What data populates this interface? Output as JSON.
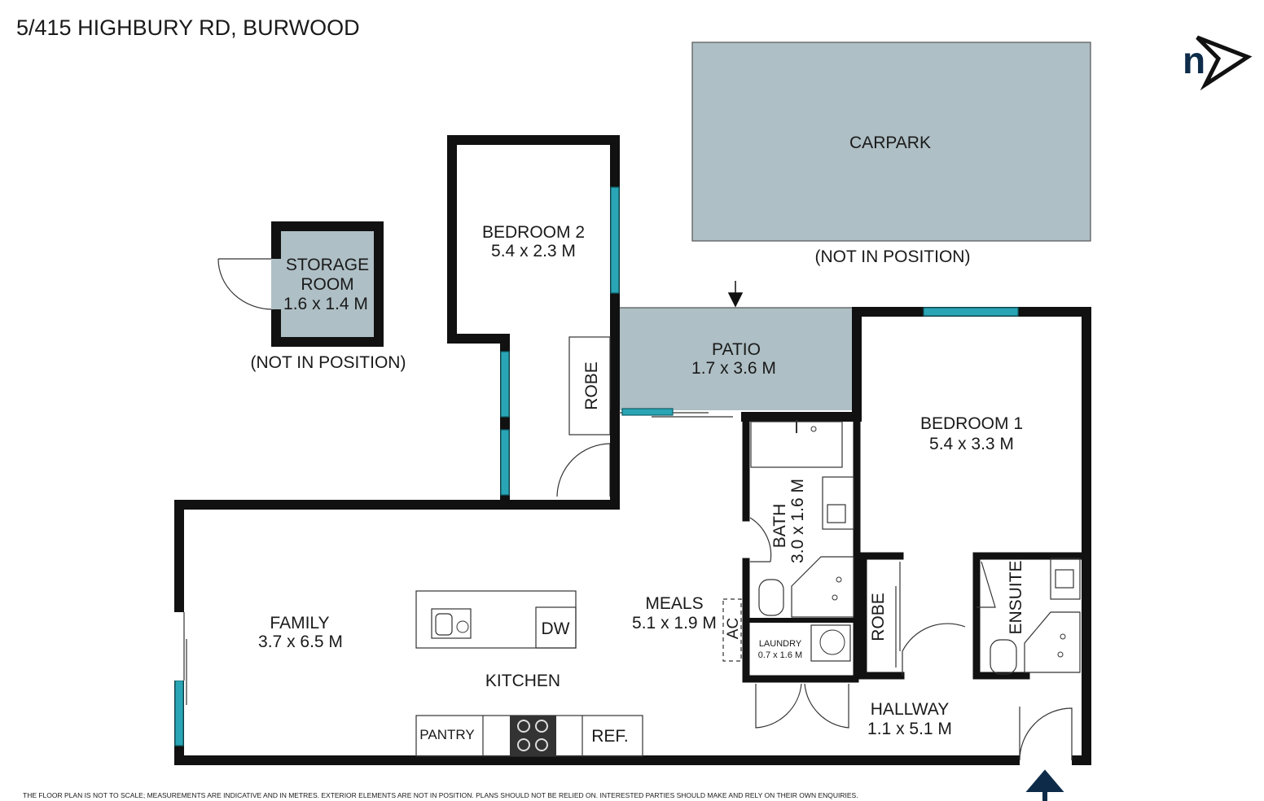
{
  "header": {
    "address": "5/415 HIGHBURY RD, BURWOOD",
    "logo": "n"
  },
  "rooms": {
    "carpark": {
      "name": "CARPARK",
      "note": "(NOT IN POSITION)"
    },
    "storage": {
      "name_line1": "STORAGE",
      "name_line2": "ROOM",
      "size": "1.6 x 1.4 M",
      "note": "(NOT IN POSITION)"
    },
    "bedroom2": {
      "name": "BEDROOM 2",
      "size": "5.4 x 2.3 M"
    },
    "robe": "ROBE",
    "patio": {
      "name": "PATIO",
      "size": "1.7 x 3.6 M"
    },
    "bedroom1": {
      "name": "BEDROOM 1",
      "size": "5.4 x 3.3 M"
    },
    "bath": {
      "name": "BATH",
      "size": "3.0 x 1.6 M"
    },
    "ensuite": "ENSUITE",
    "meals": {
      "name": "MEALS",
      "size": "5.1 x 1.9 M"
    },
    "ac": "AC",
    "laundry": {
      "name": "LAUNDRY",
      "size": "0.7 x 1.6 M"
    },
    "family": {
      "name": "FAMILY",
      "size": "3.7 x 6.5 M"
    },
    "kitchen": "KITCHEN",
    "dw": "DW",
    "pantry": "PANTRY",
    "ref": "REF.",
    "hallway": {
      "name": "HALLWAY",
      "size": "1.1 x 5.1 M"
    }
  },
  "disclaimer": "THE FLOOR PLAN IS NOT TO SCALE; MEASUREMENTS ARE INDICATIVE AND IN METRES. EXTERIOR ELEMENTS ARE NOT IN POSITION. PLANS SHOULD NOT BE RELIED ON. INTERESTED PARTIES SHOULD MAKE AND RELY ON THEIR OWN ENQUIRIES.",
  "colors": {
    "wall": "#111111",
    "window": "#2aa5b5",
    "outdoor": "#aebfc5",
    "entry_arrow": "#0e2c4a"
  }
}
